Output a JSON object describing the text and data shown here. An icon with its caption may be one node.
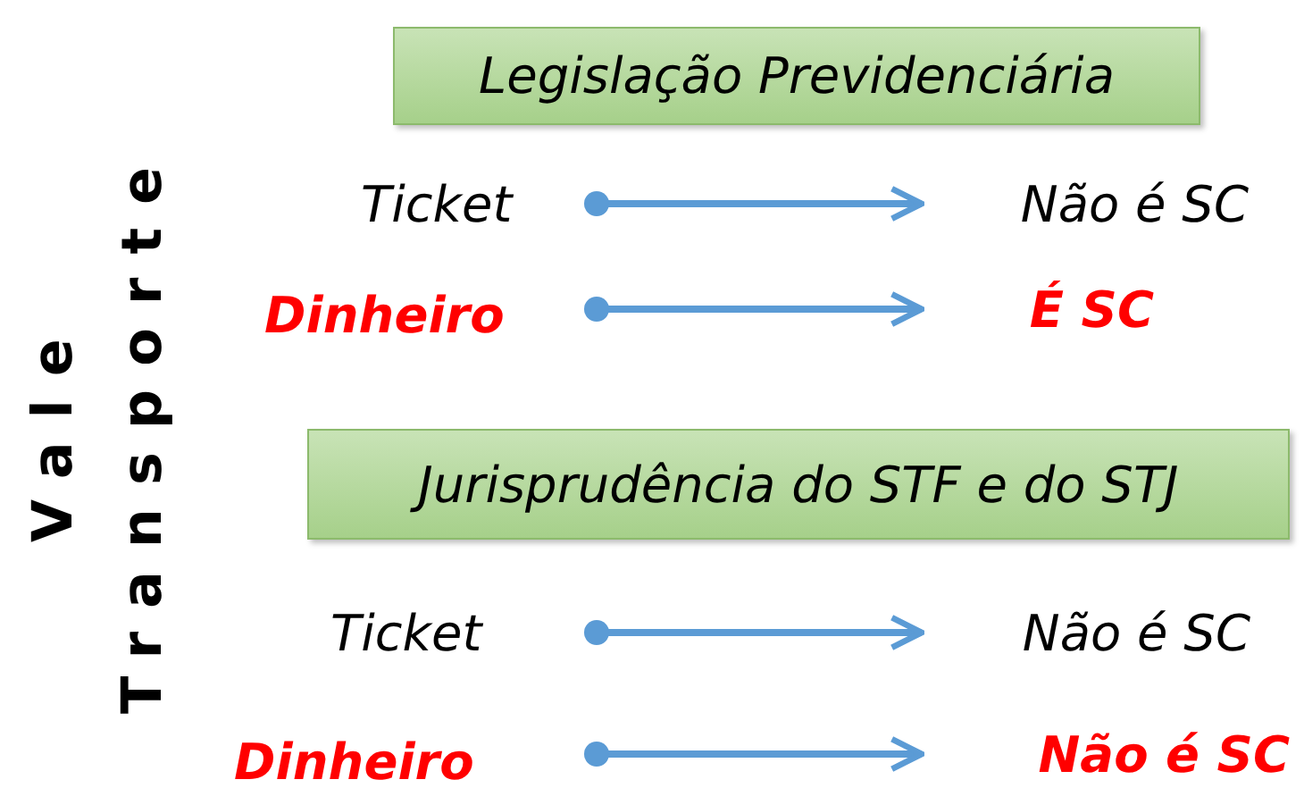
{
  "diagram": {
    "nodes": [
      {
        "text": [
          "Legislação Previdenciária"
        ]
      },
      {
        "text": [
          "Ticket"
        ]
      },
      {
        "text": [
          "Não é SC"
        ]
      },
      {
        "text": [
          "Dinheiro"
        ]
      },
      {
        "text": [
          "É SC"
        ]
      },
      {
        "text": [
          "Jurisprudência do STF e do STJ"
        ]
      },
      {
        "text": [
          "Ticket"
        ]
      },
      {
        "text": [
          "Não é SC"
        ]
      },
      {
        "text": [
          "Dinheiro"
        ]
      },
      {
        "text": [
          "Não é SC"
        ]
      }
    ],
    "edges": [
      {
        "from": 1,
        "to": 2,
        "arrow": "to"
      },
      {
        "from": 3,
        "to": 4,
        "arrow": "to"
      },
      {
        "from": 6,
        "to": 7,
        "arrow": "to"
      },
      {
        "from": 8,
        "to": 9,
        "arrow": "to"
      }
    ],
    "labels": [
      "Vale Transporte"
    ]
  }
}
